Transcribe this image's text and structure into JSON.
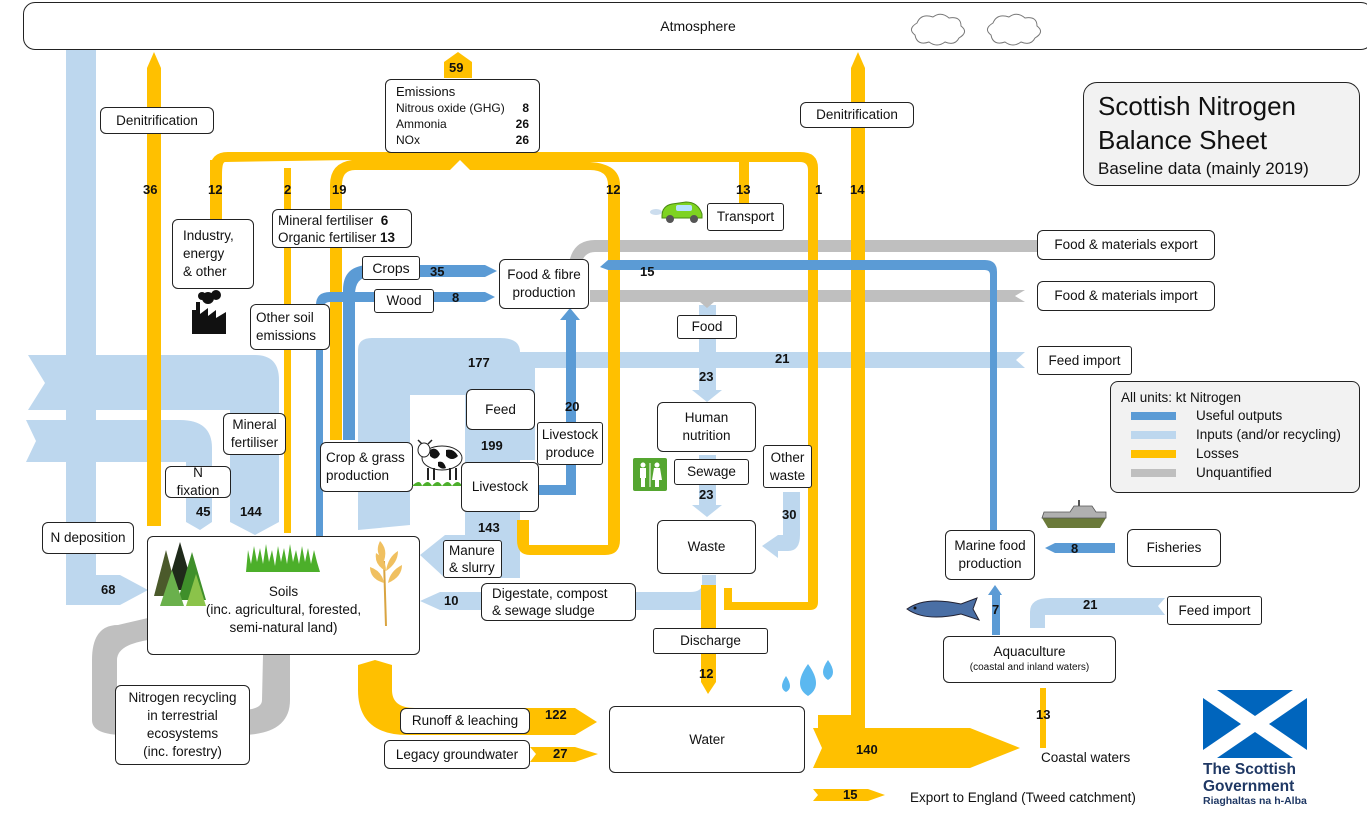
{
  "title": {
    "line1": "Scottish Nitrogen",
    "line2": "Balance Sheet",
    "subtitle": "Baseline data (mainly 2019)"
  },
  "atmosphere": "Atmosphere",
  "colors": {
    "useful_outputs": "#5b9bd5",
    "inputs": "#bdd7ee",
    "losses": "#ffc000",
    "unquantified": "#bfbfbf"
  },
  "legend": {
    "heading": "All units: kt Nitrogen",
    "items": [
      {
        "label": "Useful outputs",
        "color": "#5b9bd5"
      },
      {
        "label": "Inputs (and/or recycling)",
        "color": "#bdd7ee"
      },
      {
        "label": "Losses",
        "color": "#ffc000"
      },
      {
        "label": "Unquantified",
        "color": "#bfbfbf"
      }
    ]
  },
  "emissions": {
    "heading": "Emissions",
    "total": "59",
    "rows": [
      {
        "label": "Nitrous oxide (GHG)",
        "value": "8"
      },
      {
        "label": "Ammonia",
        "value": "26"
      },
      {
        "label": "NOx",
        "value": "26"
      }
    ]
  },
  "nodes": {
    "denitrification_left": "Denitrification",
    "denitrification_right": "Denitrification",
    "industry": [
      "Industry,",
      "energy",
      "& other"
    ],
    "fertiliser_emissions": {
      "mineral_label": "Mineral fertiliser",
      "mineral_value": "6",
      "organic_label": "Organic fertiliser",
      "organic_value": "13"
    },
    "other_soil_emissions": [
      "Other soil",
      "emissions"
    ],
    "crops": "Crops",
    "wood": "Wood",
    "food_fibre": [
      "Food & fibre",
      "production"
    ],
    "transport": "Transport",
    "food_export": "Food & materials export",
    "food_import": "Food & materials import",
    "feed_import": "Feed import",
    "food": "Food",
    "mineral_fertiliser": [
      "Mineral",
      "fertiliser"
    ],
    "n_fixation": "N fixation",
    "n_deposition": "N deposition",
    "crop_grass": [
      "Crop & grass",
      "production"
    ],
    "feed": "Feed",
    "livestock_produce": [
      "Livestock",
      "produce"
    ],
    "livestock": "Livestock",
    "human_nutrition": [
      "Human",
      "nutrition"
    ],
    "sewage": "Sewage",
    "other_waste": [
      "Other",
      "waste"
    ],
    "waste": "Waste",
    "manure": [
      "Manure",
      "& slurry"
    ],
    "digestate": [
      "Digestate, compost",
      "& sewage sludge"
    ],
    "soils": [
      "Soils",
      "(inc. agricultural, forested,",
      "semi-natural land)"
    ],
    "recycling": [
      "Nitrogen recycling",
      "in terrestrial",
      "ecosystems",
      "(inc. forestry)"
    ],
    "discharge": "Discharge",
    "runoff": "Runoff & leaching",
    "legacy": "Legacy groundwater",
    "water": "Water",
    "coastal": "Coastal waters",
    "export_england": "Export to England (Tweed catchment)",
    "marine_food": [
      "Marine food",
      "production"
    ],
    "fisheries": "Fisheries",
    "feed_import_aqua": "Feed import",
    "aquaculture": "Aquaculture",
    "aquaculture_sub": "(coastal and inland waters)"
  },
  "flows": {
    "denitrification_soils": "36",
    "industry_emissions": "12",
    "other_soil_emissions": "2",
    "fertiliser_emissions": "19",
    "livestock_emissions": "12",
    "transport_emissions": "13",
    "waste_emissions": "1",
    "water_denitrification": "14",
    "crops_to_food": "35",
    "wood_to_food": "8",
    "marine_to_food": "15",
    "feed_import": "21",
    "feed_to_livestock": "177",
    "feed_total": "199",
    "livestock_produce": "20",
    "food_to_human": "23",
    "sewage_to_waste": "23",
    "other_waste": "30",
    "n_fixation": "45",
    "mineral_fertiliser": "144",
    "n_deposition": "68",
    "manure": "143",
    "digestate": "10",
    "discharge": "12",
    "runoff": "122",
    "legacy": "27",
    "coastal": "140",
    "export_england": "15",
    "fisheries": "8",
    "aquaculture_to_marine": "7",
    "aqua_feed_import": "21",
    "aquaculture_loss": "13"
  },
  "logo": {
    "line1": "The Scottish",
    "line2": "Government",
    "line3": "Riaghaltas na h-Alba"
  }
}
